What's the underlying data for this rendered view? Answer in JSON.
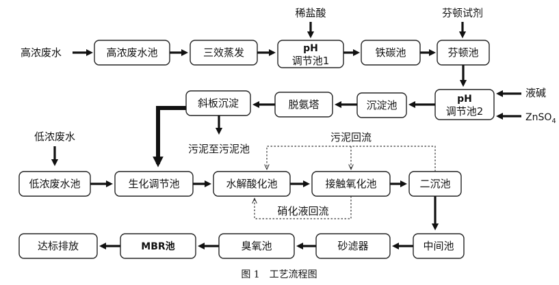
{
  "inputs": {
    "high_conc_wastewater": "高浓废水",
    "low_conc_wastewater": "低浓废水",
    "dilute_hcl": "稀盐酸",
    "fenton_reagent": "芬顿试剂",
    "lye": "液碱",
    "znso4": "ZnSO",
    "znso4_sub": "4"
  },
  "units": {
    "high_tank": "高浓废水池",
    "triple_evap": "三效蒸发",
    "ph1_a": "pH",
    "ph1_b": "调节池1",
    "iron_carbon": "铁碳池",
    "fenton": "芬顿池",
    "ph2_a": "pH",
    "ph2_b": "调节池2",
    "sedimentation": "沉淀池",
    "deammonia": "脱氨塔",
    "inclined_plate": "斜板沉淀",
    "low_tank": "低浓废水池",
    "bio_adjust": "生化调节池",
    "hydrolysis": "水解酸化池",
    "contact_oxidation": "接触氧化池",
    "secondary_clarifier": "二沉池",
    "middle_tank": "中间池",
    "sand_filter": "砂滤器",
    "ozone": "臭氧池",
    "mbr": "MBR池",
    "discharge": "达标排放"
  },
  "annotations": {
    "sludge_to_pool": "污泥至污泥池",
    "sludge_return": "污泥回流",
    "nitrified_return": "硝化液回流"
  },
  "caption": "图 1　工艺流程图"
}
